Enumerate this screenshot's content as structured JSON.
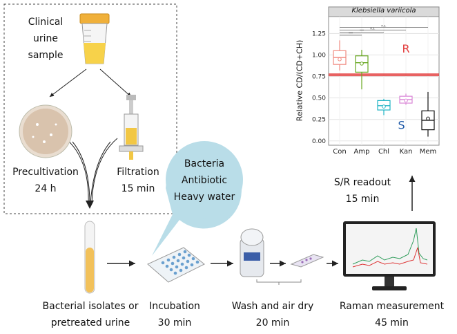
{
  "workflow": {
    "clinical_sample": [
      "Clinical",
      "urine",
      "sample"
    ],
    "preculture": {
      "label": "Precultivation",
      "time": "24 h"
    },
    "filtration": {
      "label": "Filtration",
      "time": "15 min"
    },
    "bubble": [
      "Bacteria",
      "Antibiotic",
      "Heavy water"
    ],
    "isolates": [
      "Bacterial isolates or",
      "pretreated urine"
    ],
    "incubation": {
      "label": "Incubation",
      "time": "30 min"
    },
    "wash": {
      "label": "Wash and air dry",
      "time": "20 min"
    },
    "raman": {
      "label": "Raman measurement",
      "time": "45 min"
    },
    "readout": {
      "label": "S/R readout",
      "time": "15 min"
    }
  },
  "chart_data": {
    "type": "box",
    "title": "Klebsiella variicola",
    "ylabel": "Relative CD/(CD+CH)",
    "categories": [
      "Con",
      "Amp",
      "Chl",
      "Kan",
      "Mem"
    ],
    "ylim": [
      -0.05,
      1.35
    ],
    "yticks": [
      0.0,
      0.25,
      0.5,
      0.75,
      1.0,
      1.25
    ],
    "ytick_labels": [
      "0.00",
      "0.25",
      "0.50",
      "0.75",
      "1.00",
      "1.25"
    ],
    "threshold": 0.77,
    "colors": {
      "Con": "#f08a80",
      "Amp": "#66a61e",
      "Chl": "#1fb3c4",
      "Kan": "#d985d6",
      "Mem": "#111111",
      "threshold": "#e33b3b"
    },
    "boxes": [
      {
        "name": "Con",
        "whisker_low": 0.82,
        "q1": 0.89,
        "median": 0.97,
        "q3": 1.05,
        "whisker_high": 1.17,
        "mean": 0.95
      },
      {
        "name": "Amp",
        "whisker_low": 0.6,
        "q1": 0.8,
        "median": 0.91,
        "q3": 0.99,
        "whisker_high": 1.06,
        "mean": 0.9
      },
      {
        "name": "Chl",
        "whisker_low": 0.3,
        "q1": 0.36,
        "median": 0.41,
        "q3": 0.47,
        "whisker_high": 0.49,
        "mean": 0.4
      },
      {
        "name": "Kan",
        "whisker_low": 0.42,
        "q1": 0.44,
        "median": 0.48,
        "q3": 0.52,
        "whisker_high": 0.55,
        "mean": 0.47
      },
      {
        "name": "Mem",
        "whisker_low": 0.05,
        "q1": 0.13,
        "median": 0.24,
        "q3": 0.35,
        "whisker_high": 0.57,
        "mean": 0.26
      }
    ],
    "annotations": [
      {
        "text": "R",
        "x": 3,
        "y": 1.03,
        "color": "#e33b3b"
      },
      {
        "text": "S",
        "x": 2.8,
        "y": 0.14,
        "color": "#1f5aa8"
      }
    ],
    "significance": [
      "n.s.",
      "n.s.",
      "***",
      "***"
    ]
  }
}
